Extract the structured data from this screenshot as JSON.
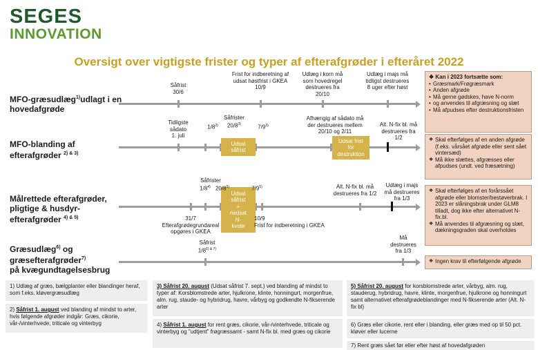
{
  "logo": {
    "line1": "SEGES",
    "line2": "INNOVATION"
  },
  "title": "Oversigt over vigtigste frister og typer af efterafgrøder i efteråret 2022",
  "rows": {
    "r1": {
      "label": "MFO-græsudlæg",
      "sup": "1)",
      "label_rest": "udlagt i en\nhovedafgrøde"
    },
    "r2": {
      "label": "MFO-blanding af",
      "label2": "efterafgrøder",
      "sup": "2) & 3)"
    },
    "r3": {
      "label": "Målrettede efterafgrøder,\npligtige & husdyr-",
      "label2": "efterafgrøder",
      "sup": "4) & 5)"
    },
    "r4": {
      "label": "Græsudlæg",
      "sup": "6)",
      "label_mid": " og\ngræsefterafgrøder",
      "sup2": "7)",
      "label_end": "\npå kvægundtagelsesbrug"
    }
  },
  "row1": {
    "saafrist": "Såfrist\n30/6",
    "frist_gkea": "Frist for indberetning af\nudsat høstfrist i GKEA\n10/9",
    "korn": "Udlæg i korn må\nsom hovedregel\ndestrueres fra\n20/10",
    "majs": "Udlæg i majs må\ntidligst destrueres\n8 uger efter høst",
    "box_title": "Kan i 2023 fortsætte som:",
    "box_items": [
      "Græsmark/Frøgræsmark",
      "Anden afgrøde",
      "Må gerne gødskes, have N-norm",
      "og anvendes til afgræsning og slæt",
      "Må afpudses efter destruktionsfristen"
    ]
  },
  "row2": {
    "tidligste": "Tidligste\nsådato\n1. juli",
    "d1": "1/8",
    "d1s": "2)",
    "saafrister": "Såfrister\n20/8",
    "saafrister_s": "3)",
    "d3": "7/9",
    "d3s": "3)",
    "udsat": "Udsat\nsåfrist",
    "afh": "Afhængig af sådato må\nder destrueres mellem\n20/10 og 2/11",
    "udsat_destr": "Udsat frist\nfor\ndestruktion",
    "altn": "Alt. N-fix bl. må\ndestrueres fra\n1/2",
    "box_items": [
      "Skal efterfølges af en anden afgrøde (f.eks. vårsået afgrøde eller sent sået vintersæd)",
      "Må ikke slættes, afgræsses eller afpudses (undt. ved fræsætning)"
    ]
  },
  "row3": {
    "saafrister": "Såfrister",
    "d1": "1/8",
    "d1s": "4)",
    "d2": "20/8",
    "d2s": "5)",
    "d3": "7/9",
    "d3s": "5)",
    "udsat": "Udsat\nsåfrist\n+\nnedsat\nN-\nkvote",
    "grundareal": "31/7\nEfterafgrødegrundareal\nopgøres i GKEA",
    "frist": "10/9\nFrist for indberetning i GKEA",
    "altn": "Alt. N-fix bl. må\ndestrueres fra 1/2",
    "majs": "Udlæg i majs\nmå destrueres\nfra 1/3",
    "box_items": [
      "Skal efterfølges af en forårssået afgrøde eller blomster/bestøverbrak. I 2023 er slåningsbrak under GLM8 tilladt, dog ikke efter alternativet N-fix.bl.",
      "Må anvendes til afgræsning og slæt, dækningsgraden skal overholdes"
    ]
  },
  "row4": {
    "saafrist": "Såfrist\n1/8",
    "saafrist_s": "6) & 7)",
    "maa": "Må\ndestrueres\nfra 1/3",
    "box_items": [
      "Ingen krav til efterfølgende afgrøde"
    ]
  },
  "footnotes": {
    "f1": "1) Udlæg af græs, bælgplanter eller blandinger heraf, som f.eks. kløvergræsudlæg",
    "f2_prefix": "2) ",
    "f2_u": "Såfrist 1. august",
    "f2_rest": " ved blanding af mindst to arter, hvis følgende afgrøder indgår: Græs, cikorie, vår-/vinterhvede, triticale og vinterbyg",
    "f3_u": "3) Såfrist 20. august",
    "f3_rest": " (Udsat såfrist 7. sept.) ved blanding af mindst to typer af: Korsblomstrede arter, hjulkrone, klinte, honningurt, morgenfrue, alm. rug, staude- og hybridrug, havre, vårbyg og godkendte N-fikserende arter",
    "f4_prefix": "4) ",
    "f4_u": "Såfrist 1. august",
    "f4_rest": " for rent græs, cikorie, vår-/vinterhvede, triticale og vinterbyg og \"udtjent\" frøgræssamt - samt N-fix bl. med græs og cikorie",
    "f5_u": "5) Såfrist 20. august",
    "f5_rest": "  for korsblomstrede arter, vårbyg, alm. rug, stauderug, hybridrug, havre, klinte, morgenfrue, hjulkrone og honningurt samt alternativet efterafgrødeblandinger med N-fikserende arter (Alt. N-fix bl)",
    "f6": "6) Græs eller cikorie, rent eller i blanding, eller græs med op til 50 pct. kløver eller lucerne",
    "f7": "7) Rent græs sået før eller efter høst af hovedafgrøden"
  }
}
